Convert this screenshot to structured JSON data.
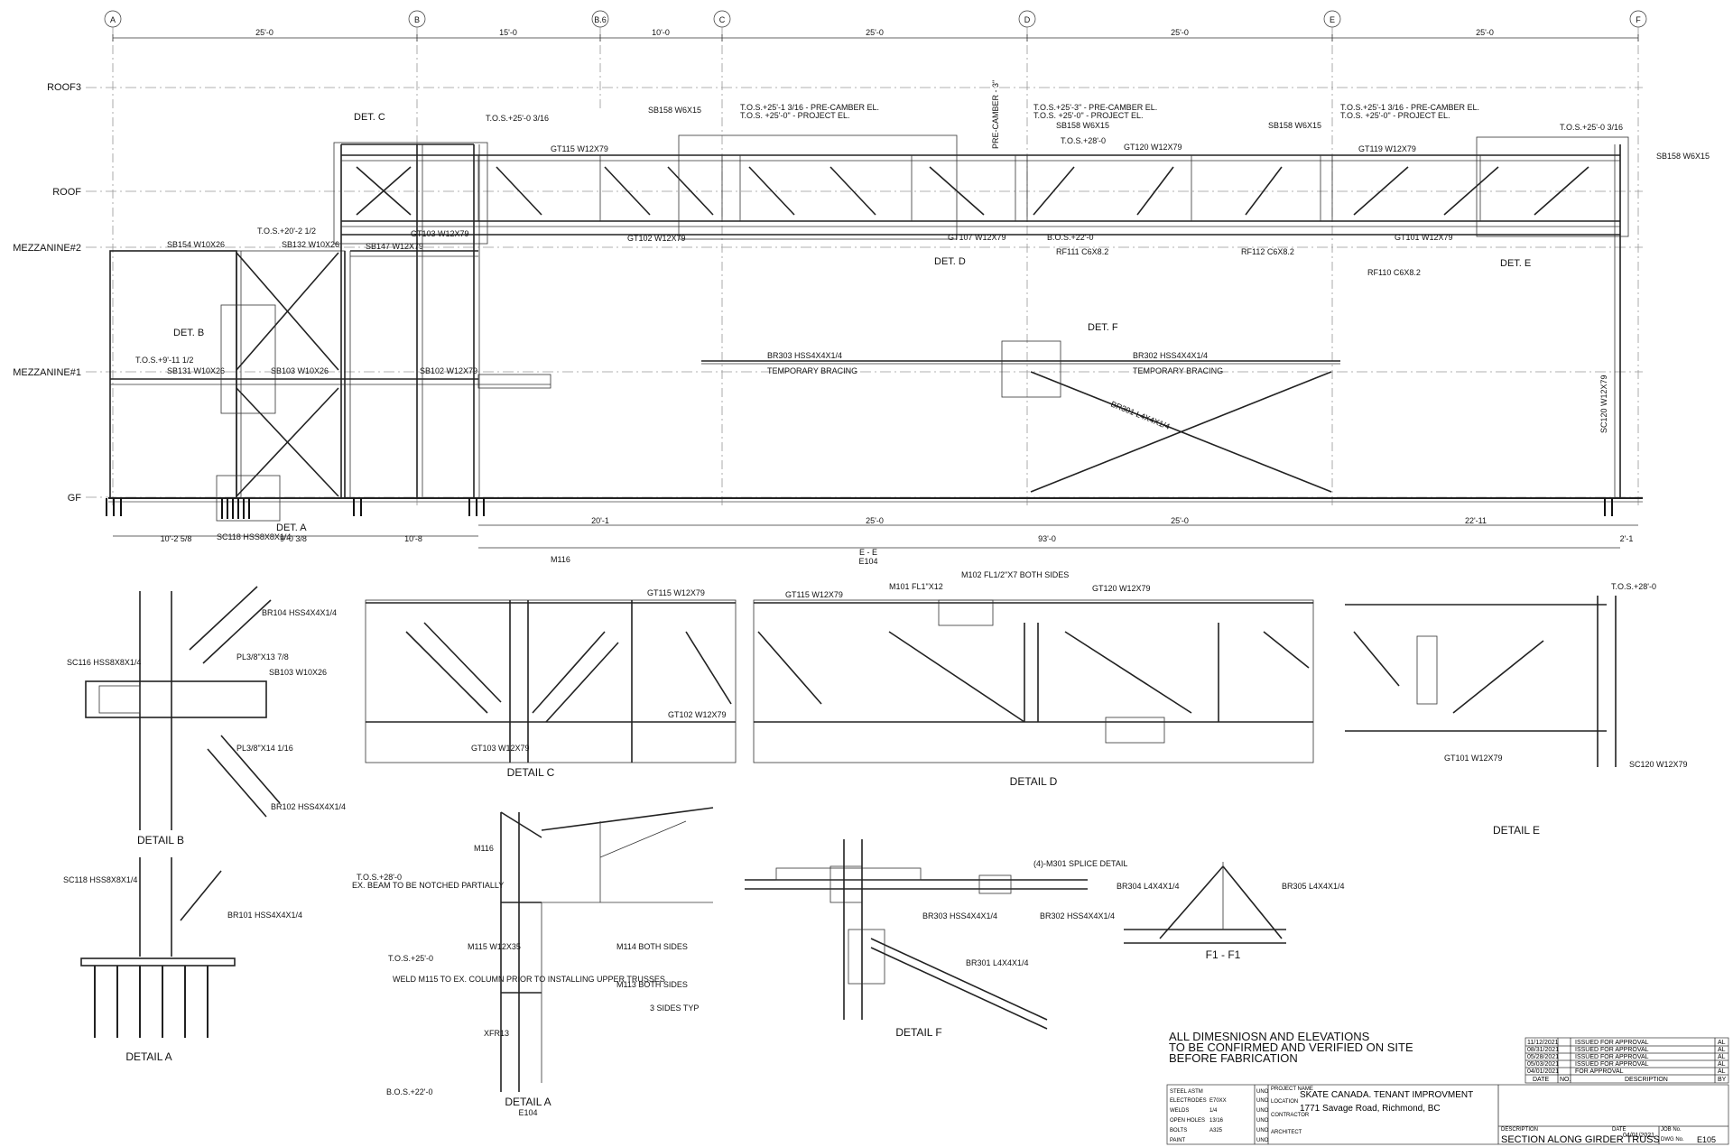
{
  "grid_lines": [
    "A",
    "B",
    "B.6",
    "C",
    "D",
    "E",
    "F"
  ],
  "top_dims": [
    "25'-0",
    "15'-0",
    "10'-0",
    "25'-0",
    "25'-0",
    "25'-0"
  ],
  "levels": [
    "ROOF3",
    "ROOF",
    "MEZZANINE#2",
    "MEZZANINE#1",
    "GF"
  ],
  "bottom_dims": [
    "10'-2 5/8",
    "9'-0 3/8",
    "10'-8",
    "20'-1",
    "25'-0",
    "25'-0",
    "22'-11",
    "2'-1",
    "93'-0"
  ],
  "members": {
    "sb154": "SB154 W10X26",
    "sb132": "SB132 W10X26",
    "sb147": "SB147 W12X79",
    "sb131": "SB131 W10X26",
    "sb103": "SB103 W10X26",
    "sb102": "SB102 W12X79",
    "gt103": "GT103 W12X79",
    "gt115": "GT115 W12X79",
    "gt120": "GT120 W12X79",
    "gt119": "GT119 W12X79",
    "gt102": "GT102 W12X79",
    "gt107": "GT107 W12X79",
    "gt101": "GT101 W12X79",
    "sb158a": "SB158 W6X15",
    "sb158b": "SB158 W6X15",
    "sb158c": "SB158 W6X15",
    "sb158d": "SB158 W6X15",
    "br303": "BR303 HSS4X4X1/4",
    "br302": "BR302 HSS4X4X1/4",
    "br301": "BR301 L4X4X1/4",
    "br305": "BR305 L4X4X1/4",
    "rf111": "RF111 C6X8.2",
    "rf112": "RF112 C6X8.2",
    "rf110": "RF110 C6X8.2",
    "sc118": "SC118 HSS8X8X1/4",
    "sc120": "SC120 W12X79",
    "temp1": "TEMPORARY BRACING",
    "temp2": "TEMPORARY BRACING"
  },
  "elevation_notes": {
    "tos_a": "T.O.S.+25'-0 3/16",
    "tos_b": "T.O.S.+25'-1 3/16 - PRE-CAMBER EL.",
    "tos_c": "T.O.S. +25'-0\" - PROJECT EL.",
    "tos_d": "T.O.S.+25'-3\" - PRE-CAMBER EL.",
    "tos_e": "T.O.S. +25'-0\" - PROJECT EL.",
    "tos_f": "T.O.S.+25'-1 3/16 - PRE-CAMBER EL.",
    "tos_g": "T.O.S. +25'-0\" - PROJECT EL.",
    "tos_h": "T.O.S.+25'-0 3/16",
    "tos_i": "T.O.S.+28'-0",
    "bos": "B.O.S.+22'-0",
    "tos_mez2": "T.O.S.+20'-2 1/2",
    "tos_mez1": "T.O.S.+9'-11 1/2",
    "precamber": "PRE-CAMBER - 3\""
  },
  "detail_tags": [
    "DET. A",
    "DET. B",
    "DET. C",
    "DET. D",
    "DET. E",
    "DET. F"
  ],
  "detail_titles": {
    "b": "DETAIL B",
    "a": "DETAIL A",
    "c": "DETAIL C",
    "d": "DETAIL D",
    "e": "DETAIL E",
    "a2": "DETAIL A",
    "a2ref": "E104",
    "f": "DETAIL F",
    "f1": "F1 - F1",
    "ee": "E - E",
    "eeref": "E104"
  },
  "detail_notes": {
    "notched": "EX. BEAM TO BE NOTCHED PARTIALLY",
    "weld": "WELD M115 TO EX. COLUMN PRIOR TO INSTALLING UPPER TRUSSES",
    "tos28": "T.O.S.+28'-0",
    "tos25": "T.O.S.+25'-0",
    "bos22": "B.O.S.+22'-0",
    "m116": "M116",
    "m115": "M115 W12X35",
    "m114": "M114 BOTH SIDES",
    "m113": "M113 BOTH SIDES",
    "xfr": "XFR13",
    "sides": "3 SIDES TYP",
    "m301": "(4)-M301 SPLICE DETAIL",
    "br104": "BR104 HSS4X4X1/4",
    "sc116": "SC116 HSS8X8X1/4",
    "pl1": "PL3/8\"X13 7/8",
    "pl2": "PL3/8\"X14 1/16",
    "br102": "BR102 HSS4X4X1/4",
    "br101": "BR101 HSS4X4X1/4",
    "gt101e": "GT101 W12X79",
    "sc120e": "SC120 W12X79",
    "m101": "M101 FL1\"X12",
    "m102": "M102 FL1/2\"X7 BOTH SIDES"
  },
  "general_note": [
    "ALL DIMESNIOSN AND ELEVATIONS",
    "TO BE CONFIRMED AND VERIFIED ON SITE",
    "BEFORE FABRICATION"
  ],
  "revisions": [
    {
      "date": "11/12/2021",
      "desc": "ISSUED FOR APPROVAL",
      "by": "AL"
    },
    {
      "date": "08/31/2021",
      "desc": "ISSUED FOR APPROVAL",
      "by": "AL"
    },
    {
      "date": "05/28/2021",
      "desc": "ISSUED FOR APPROVAL",
      "by": "AL"
    },
    {
      "date": "05/03/2021",
      "desc": "ISSUED FOR APPROVAL",
      "by": "AL"
    },
    {
      "date": "04/01/2021",
      "desc": "FOR APPROVAL",
      "by": "AL"
    }
  ],
  "rev_headers": {
    "date": "DATE",
    "no": "NO.",
    "desc": "DESCRIPTION",
    "by": "BY"
  },
  "spec_rows": [
    {
      "k": "STEEL ASTM",
      "v": "",
      "u": "UNO"
    },
    {
      "k": "ELECTRODES",
      "v": "E70XX",
      "u": "UNO"
    },
    {
      "k": "WELDS",
      "v": "1/4",
      "u": "UNO"
    },
    {
      "k": "OPEN HOLES",
      "v": "13/16",
      "u": "UNO"
    },
    {
      "k": "BOLTS",
      "v": "A325",
      "u": "UNO"
    },
    {
      "k": "PAINT",
      "v": "",
      "u": "UNO"
    }
  ],
  "title_block": {
    "project_label": "PROJECT NAME",
    "project": "SKATE CANADA. TENANT IMPROVMENT",
    "location_label": "LOCATION",
    "location": "1771 Savage Road, Richmond, BC",
    "contractor_label": "CONTRACTOR",
    "architect_label": "ARCHITECT",
    "description_label": "DESCRIPTION",
    "title": "SECTION ALONG GIRDER TRUSS",
    "date_label": "DATE",
    "date": "04/01/2021",
    "job_label": "JOB No.",
    "dwg_label": "DWG No.",
    "dwg": "E105"
  }
}
